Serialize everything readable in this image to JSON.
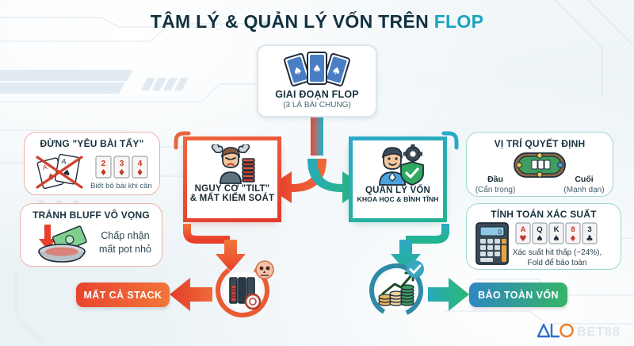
{
  "page": {
    "title_main": "TÂM LÝ & QUẢN LÝ VỐN TRÊN ",
    "title_accent": "FLOP",
    "bg_accent": "#1aa3bd",
    "risk_color": "#e8432f",
    "safe_color": "#24b392"
  },
  "central": {
    "title": "GIAI ĐOẠN FLOP",
    "subtitle": "(3 LÁ BÀI CHUNG)",
    "cards": [
      {
        "suit": "♠",
        "label": "card-spade-left"
      },
      {
        "suit": "♠",
        "label": "card-spade-center"
      },
      {
        "suit": "♠",
        "label": "card-spade-right"
      }
    ]
  },
  "branches": {
    "risk": {
      "line1": "NGUY CƠ \"TILT\"",
      "line2": "& MẤT KIỂM SOÁT",
      "icon": "angry-player-icon"
    },
    "safe": {
      "line1": "QUẢN LÝ VỐN",
      "line2": "KHOA HỌC & BÌNH TĨNH",
      "icon": "calm-player-shield-icon"
    }
  },
  "callouts": {
    "ace": {
      "heading": "ĐỪNG \"YÊU BÀI TẨY\"",
      "caption": "Biết bỏ bài khi cần",
      "crossed_cards": [
        "A",
        "A"
      ],
      "small_cards": [
        {
          "rank": "2",
          "suit": "♦"
        },
        {
          "rank": "3",
          "suit": "♦"
        },
        {
          "rank": "4",
          "suit": "♦"
        }
      ]
    },
    "bluff": {
      "heading": "TRÁNH BLUFF VÔ VỌNG",
      "caption_line1": "Chấp nhận",
      "caption_line2": "mất pot nhỏ",
      "icon": "money-into-pot-icon"
    },
    "position": {
      "heading": "VỊ TRÍ QUYẾT ĐỊNH",
      "left_label": "Đầu",
      "left_sub": "(Cẩn trọng)",
      "right_label": "Cuối",
      "right_sub": "(Mạnh dạn)",
      "icon": "poker-table-icon"
    },
    "odds": {
      "heading": "TÍNH TOÁN XÁC SUẤT",
      "caption_line1": "Xác suất hit thấp (~24%),",
      "caption_line2": "Fold để bảo toàn",
      "icon": "calculator-icon",
      "cards": [
        {
          "rank": "A",
          "suit": "♥",
          "red": true
        },
        {
          "rank": "Q",
          "suit": "♠",
          "red": false
        },
        {
          "rank": "K",
          "suit": "♠",
          "red": false
        },
        {
          "rank": "8",
          "suit": "♦",
          "red": true
        },
        {
          "rank": "3",
          "suit": "♣",
          "red": false
        }
      ]
    }
  },
  "outcomes": {
    "loss": {
      "label": "MẤT CẢ STACK",
      "icon": "chip-rack-skull-icon"
    },
    "save": {
      "label": "BẢO TOÀN VỐN",
      "icon": "coin-growth-check-icon"
    }
  },
  "watermark": {
    "brand_mark": "ALO",
    "brand_text": "BET88"
  }
}
